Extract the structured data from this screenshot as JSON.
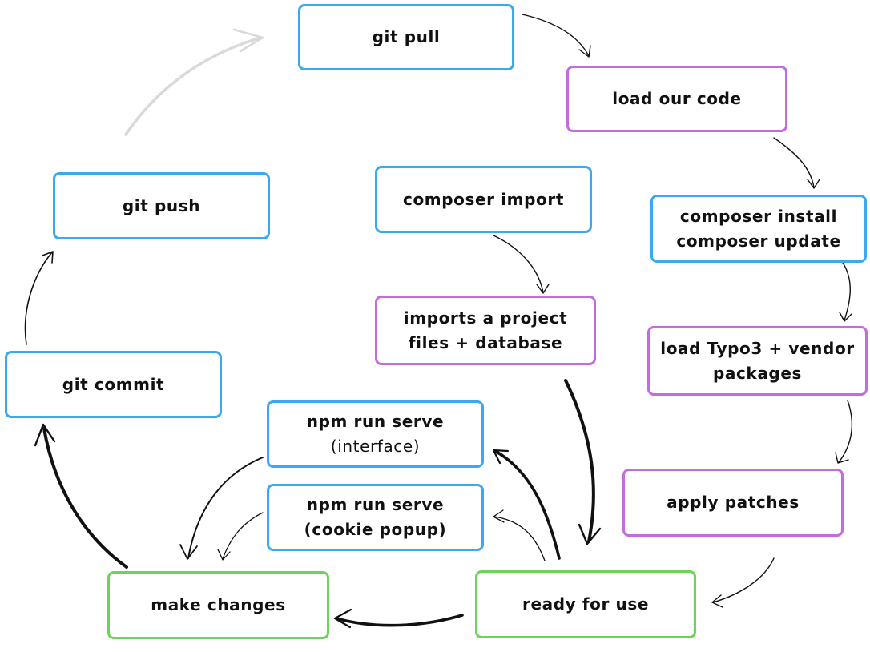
{
  "colors": {
    "blue": "#3aa9ee",
    "purple": "#c46be0",
    "green": "#6cd45a",
    "arrow": "#111111",
    "arrow_faint": "#d9d9d9"
  },
  "nodes": {
    "git_pull": {
      "lines": [
        "git pull"
      ]
    },
    "load_our_code": {
      "lines": [
        "load our code"
      ]
    },
    "composer_install": {
      "lines": [
        "composer install",
        "composer update"
      ]
    },
    "load_typo3": {
      "lines": [
        "load Typo3 + vendor",
        "packages"
      ]
    },
    "apply_patches": {
      "lines": [
        "apply patches"
      ]
    },
    "ready_for_use": {
      "lines": [
        "ready for use"
      ]
    },
    "make_changes": {
      "lines": [
        "make changes"
      ]
    },
    "git_commit": {
      "lines": [
        "git commit"
      ]
    },
    "git_push": {
      "lines": [
        "git push"
      ]
    },
    "composer_import": {
      "lines": [
        "composer import"
      ]
    },
    "imports_project": {
      "lines": [
        "imports a project",
        "files + database"
      ]
    },
    "npm_interface": {
      "lines": [
        "npm run serve",
        "(interface)"
      ]
    },
    "npm_cookie": {
      "lines": [
        "npm run serve",
        "(cookie popup)"
      ]
    }
  }
}
